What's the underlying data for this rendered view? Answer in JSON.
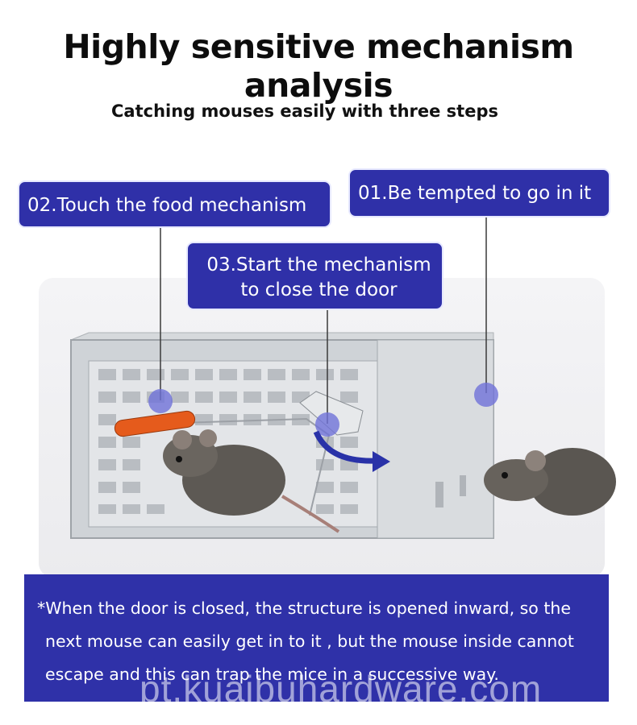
{
  "page": {
    "title": "Highly sensitive mechanism analysis",
    "subtitle": "Catching mouses easily with three steps"
  },
  "callouts": {
    "step_02": "02.Touch the food mechanism",
    "step_01": "01.Be tempted to go in it",
    "step_03_line1": "03.Start the mechanism",
    "step_03_line2": "to close the door"
  },
  "note": {
    "line1": "*When the door is closed, the structure is opened inward, so the",
    "line2": "next mouse can easily get in to it , but the mouse inside cannot",
    "line3": "escape and this can trap the mice in a successive way."
  },
  "watermark": "pt.kuaibuhardware.com",
  "colors": {
    "label_bg": "#2f30a8",
    "note_bg": "#2f31a8",
    "marker": "#6f72d8",
    "arrow": "#2932a8"
  }
}
